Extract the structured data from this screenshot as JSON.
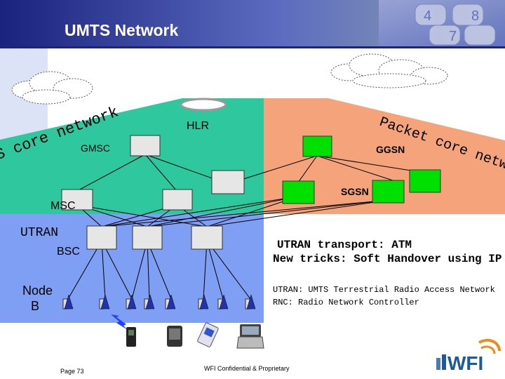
{
  "slide": {
    "title": "UMTS Network",
    "footer_page": "Page 73",
    "footer_confidential": "WFI Confidential & Proprietary",
    "logo_text": "WFI"
  },
  "regions": {
    "cs_core_label": "CS core network",
    "ps_core_label": "Packet core network",
    "utran_label": "UTRAN",
    "cs_color": "#2ec79e",
    "ps_color": "#f4a37a",
    "utran_color": "#7f9ff5"
  },
  "nodes": {
    "hlr": "HLR",
    "gmsc": "GMSC",
    "ggsn": "GGSN",
    "sgsn": "SGSN",
    "msc": "MSC",
    "bsc": "BSC",
    "node_b": "Node B"
  },
  "notes": {
    "transport_line1": "UTRAN transport: ATM",
    "transport_line2": "New tricks: Soft Handover using IP",
    "def_utran": "UTRAN: UMTS Terrestrial Radio Access Network",
    "def_rnc": "RNC: Radio Network Controller"
  },
  "icons": {
    "cloud": "cloud-icon",
    "antenna": "antenna-icon",
    "phone": "mobile-phone-icon",
    "pda": "pda-icon",
    "card": "data-card-icon",
    "laptop": "handheld-pc-icon",
    "lightning": "lightning-icon"
  }
}
